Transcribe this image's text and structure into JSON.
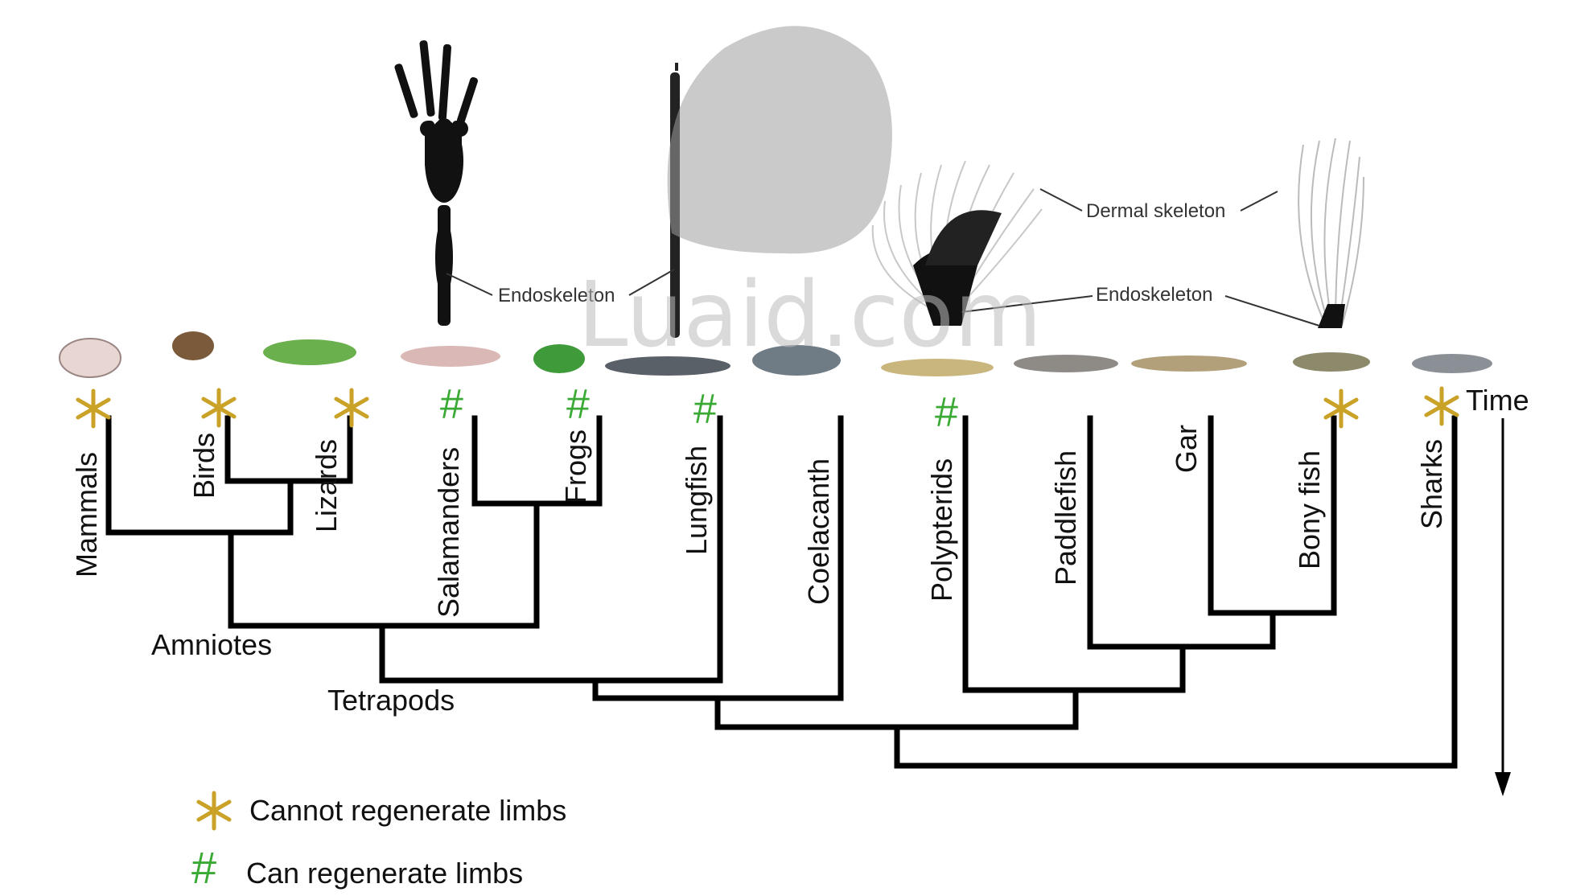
{
  "diagram": {
    "time_label": "Time",
    "clade_labels": {
      "amniotes": "Amniotes",
      "tetrapods": "Tetrapods"
    },
    "callouts": {
      "endoskeleton_limb": "Endoskeleton",
      "dermal": "Dermal skeleton",
      "endoskeleton_fin": "Endoskeleton"
    },
    "taxa": [
      {
        "name": "Mammals",
        "regen": "cannot"
      },
      {
        "name": "Birds",
        "regen": "cannot"
      },
      {
        "name": "Lizards",
        "regen": "cannot"
      },
      {
        "name": "Salamanders",
        "regen": "can"
      },
      {
        "name": "Frogs",
        "regen": "can"
      },
      {
        "name": "Lungfish",
        "regen": "can"
      },
      {
        "name": "Coelacanth",
        "regen": ""
      },
      {
        "name": "Polypterids",
        "regen": "can"
      },
      {
        "name": "Paddlefish",
        "regen": ""
      },
      {
        "name": "Gar",
        "regen": ""
      },
      {
        "name": "Bony fish",
        "regen": "cannot"
      },
      {
        "name": "Sharks",
        "regen": "cannot"
      }
    ],
    "legend": [
      {
        "symbol": "asterisk",
        "label": "Cannot regenerate limbs"
      },
      {
        "symbol": "#",
        "label": "Can regenerate limbs"
      }
    ],
    "colors": {
      "cannot": "#c9a227",
      "can": "#3aaa35",
      "tree": "#000000"
    },
    "watermark": "Luaid.com"
  }
}
